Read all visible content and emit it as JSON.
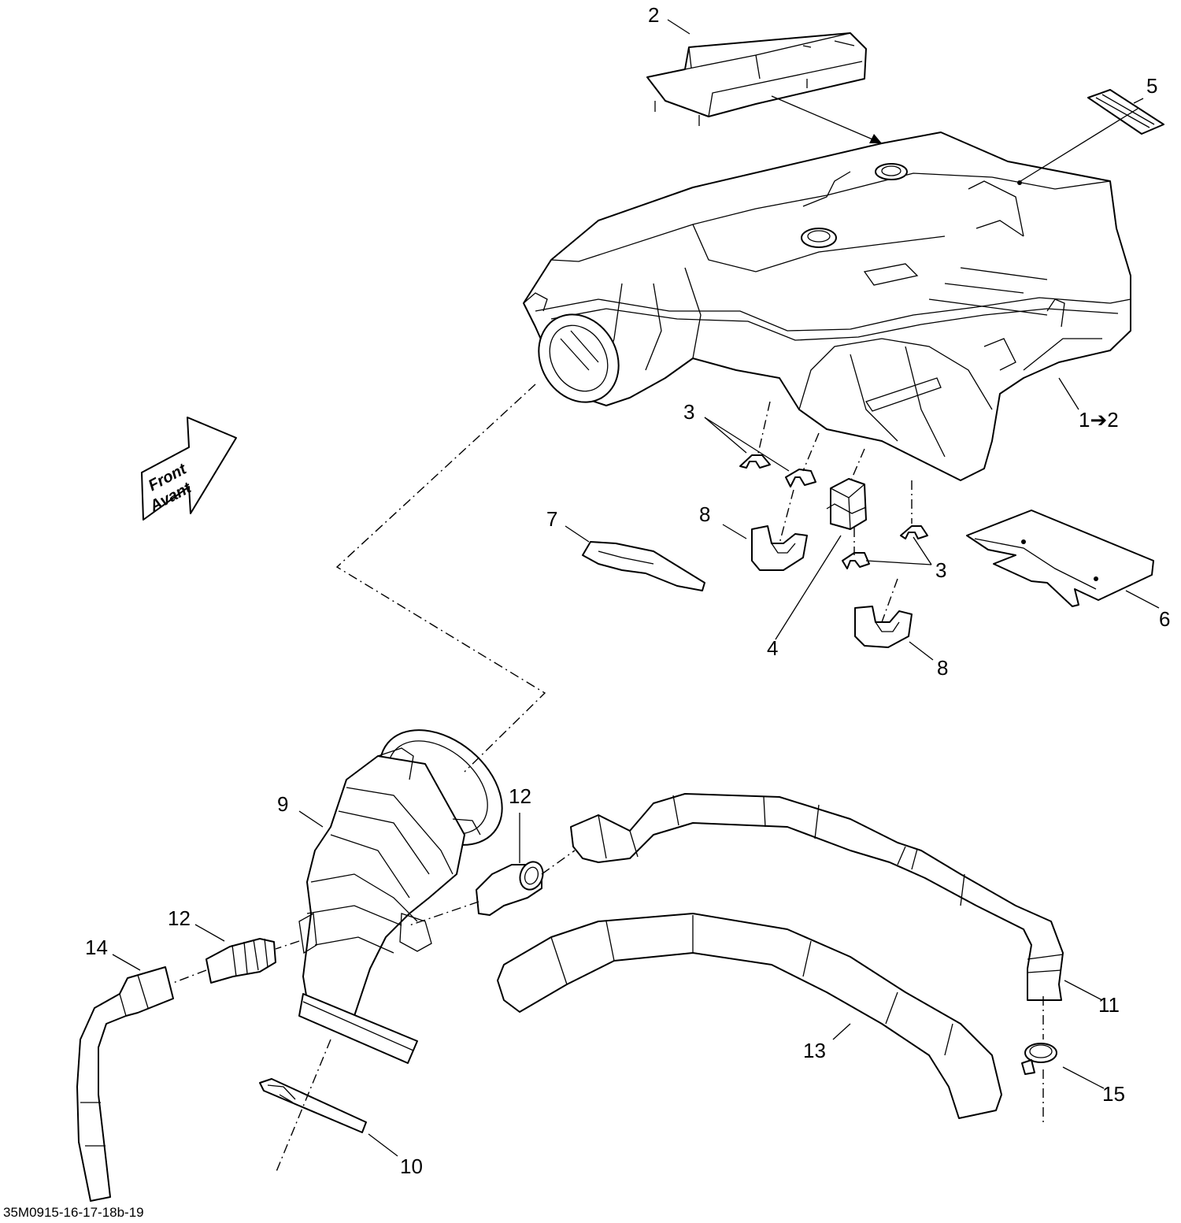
{
  "figure_id": "35M0915-16-17-18b-19",
  "direction_arrow": {
    "line1": "Front",
    "line2": "Avant"
  },
  "callouts": {
    "c1": "1➔2",
    "c2": "2",
    "c3a": "3",
    "c3b": "3",
    "c4": "4",
    "c5": "5",
    "c6": "6",
    "c7": "7",
    "c8a": "8",
    "c8b": "8",
    "c9": "9",
    "c10": "10",
    "c11": "11",
    "c12a": "12",
    "c12b": "12",
    "c13": "13",
    "c14": "14",
    "c15": "15"
  }
}
